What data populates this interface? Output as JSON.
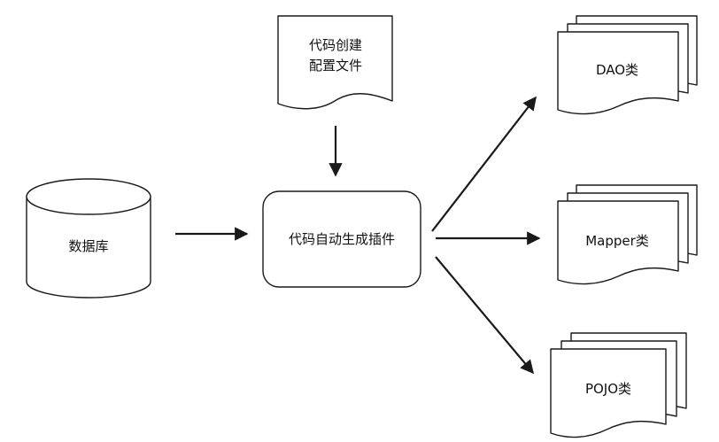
{
  "diagram": {
    "database_label": "数据库",
    "config_label_line1": "代码创建",
    "config_label_line2": "配置文件",
    "plugin_label": "代码自动生成插件",
    "dao_label": "DAO类",
    "mapper_label": "Mapper类",
    "pojo_label": "POJO类"
  },
  "style": {
    "stroke_color": "#1a1a1a",
    "fill_color": "#ffffff",
    "background_color": "#ffffff"
  }
}
